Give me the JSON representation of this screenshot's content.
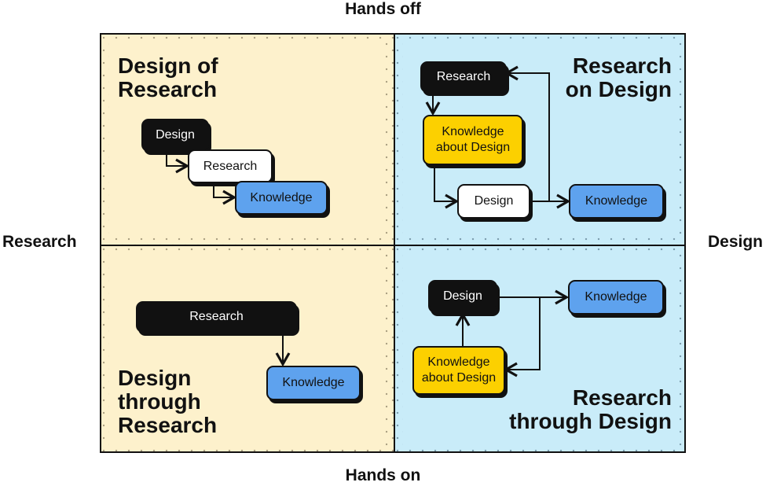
{
  "axes": {
    "top": "Hands off",
    "bottom": "Hands on",
    "left": "Research",
    "right": "Design"
  },
  "quadrants": {
    "top_left": {
      "title_lines": [
        "Design of",
        "Research"
      ],
      "nodes": {
        "design": "Design",
        "research": "Research",
        "knowledge": "Knowledge"
      }
    },
    "top_right": {
      "title_lines": [
        "Research",
        "on Design"
      ],
      "nodes": {
        "research": "Research",
        "knowledge_about_design": "Knowledge\nabout Design",
        "design": "Design",
        "knowledge": "Knowledge"
      }
    },
    "bottom_left": {
      "title_lines": [
        "Design",
        "through",
        "Research"
      ],
      "nodes": {
        "research": "Research",
        "knowledge": "Knowledge"
      }
    },
    "bottom_right": {
      "title_lines": [
        "Research",
        "through Design"
      ],
      "nodes": {
        "design": "Design",
        "knowledge": "Knowledge",
        "knowledge_about_design": "Knowledge\nabout Design"
      }
    }
  },
  "colors": {
    "research_side_bg": "#fdf1cc",
    "design_side_bg": "#c9ecf9",
    "knowledge_box": "#5ea2ee",
    "knowledge_about_design_box": "#fcd000",
    "dark_box": "#111111"
  }
}
